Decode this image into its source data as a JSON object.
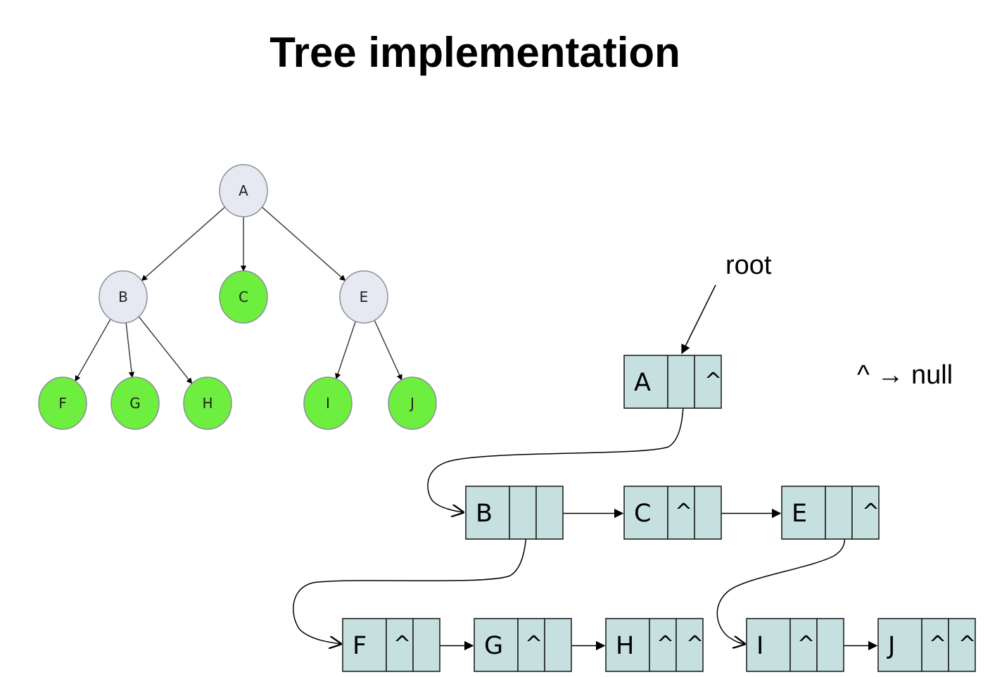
{
  "title": "Tree implementation",
  "root_label": "root",
  "legend": {
    "symbol": "^",
    "arrow": "→",
    "meaning": "null"
  },
  "tree": {
    "nodes": [
      {
        "id": "A",
        "label": "A",
        "color": "#e6e9f2"
      },
      {
        "id": "B",
        "label": "B",
        "color": "#e6e9f2"
      },
      {
        "id": "C",
        "label": "C",
        "color": "#6eee3e"
      },
      {
        "id": "E",
        "label": "E",
        "color": "#e6e9f2"
      },
      {
        "id": "F",
        "label": "F",
        "color": "#6eee3e"
      },
      {
        "id": "G",
        "label": "G",
        "color": "#6eee3e"
      },
      {
        "id": "H",
        "label": "H",
        "color": "#6eee3e"
      },
      {
        "id": "I",
        "label": "I",
        "color": "#6eee3e"
      },
      {
        "id": "J",
        "label": "J",
        "color": "#6eee3e"
      }
    ],
    "edges": [
      [
        "A",
        "B"
      ],
      [
        "A",
        "C"
      ],
      [
        "A",
        "E"
      ],
      [
        "B",
        "F"
      ],
      [
        "B",
        "G"
      ],
      [
        "B",
        "H"
      ],
      [
        "E",
        "I"
      ],
      [
        "E",
        "J"
      ]
    ]
  },
  "list_nodes": [
    {
      "id": "A",
      "label": "A",
      "child_null": false,
      "sibling_null": true
    },
    {
      "id": "B",
      "label": "B",
      "child_null": false,
      "sibling_null": false
    },
    {
      "id": "C",
      "label": "C",
      "child_null": true,
      "sibling_null": false
    },
    {
      "id": "E",
      "label": "E",
      "child_null": false,
      "sibling_null": true
    },
    {
      "id": "F",
      "label": "F",
      "child_null": true,
      "sibling_null": false
    },
    {
      "id": "G",
      "label": "G",
      "child_null": true,
      "sibling_null": false
    },
    {
      "id": "H",
      "label": "H",
      "child_null": true,
      "sibling_null": true
    },
    {
      "id": "I",
      "label": "I",
      "child_null": true,
      "sibling_null": false
    },
    {
      "id": "J",
      "label": "J",
      "child_null": true,
      "sibling_null": true
    }
  ],
  "null_symbol": "^",
  "colors": {
    "list_cell": "#c6e0e0",
    "tree_inner": "#e6e9f2",
    "tree_leaf": "#6eee3e"
  }
}
